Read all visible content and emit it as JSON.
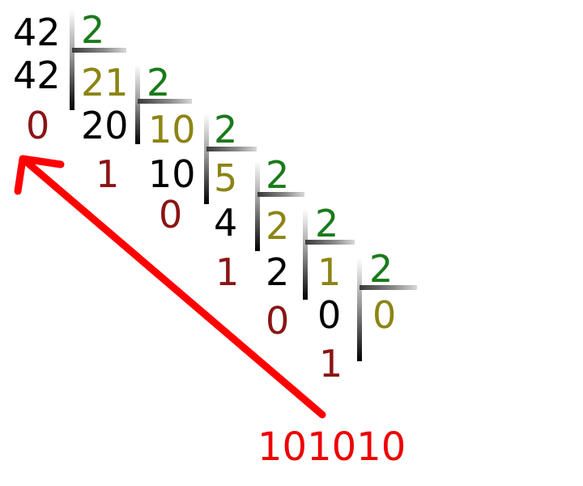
{
  "colors": {
    "number": "#000000",
    "divisor": "#1a7a1a",
    "quotient": "#8c8414",
    "remainder": "#8b1414",
    "result": "#ee0000",
    "arrow": "#ff0000"
  },
  "steps": [
    {
      "dividend": "42",
      "divisor": "2",
      "product": "42",
      "quotient": "21",
      "remainder": "0"
    },
    {
      "dividend": "21",
      "divisor": "2",
      "product": "20",
      "quotient": "10",
      "remainder": "1"
    },
    {
      "dividend": "10",
      "divisor": "2",
      "product": "10",
      "quotient": "5",
      "remainder": "0"
    },
    {
      "dividend": "5",
      "divisor": "2",
      "product": "4",
      "quotient": "2",
      "remainder": "1"
    },
    {
      "dividend": "2",
      "divisor": "2",
      "product": "2",
      "quotient": "1",
      "remainder": "0"
    },
    {
      "dividend": "1",
      "divisor": "2",
      "product": "0",
      "quotient": "0",
      "remainder": "1"
    }
  ],
  "result": "101010"
}
